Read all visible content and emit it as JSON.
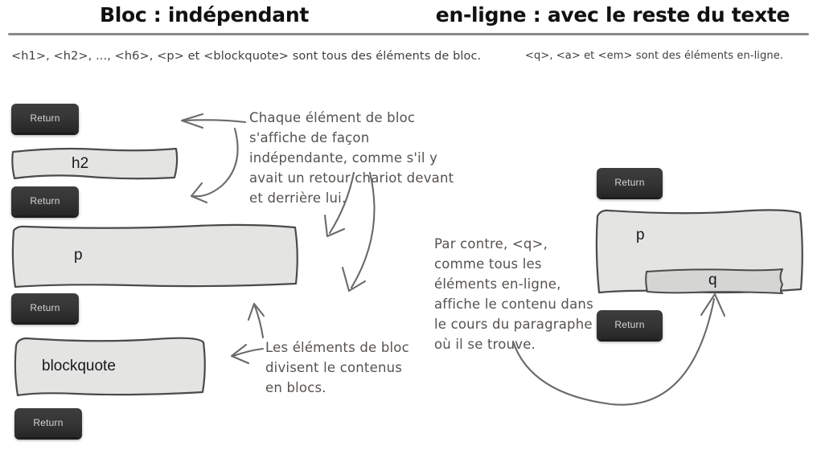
{
  "headings": {
    "left": "Bloc : indépendant",
    "right": "en-ligne : avec le reste du texte"
  },
  "intro": {
    "left": "<h1>, <h2>, ..., <h6>, <p> et <blockquote> sont tous des éléments de bloc.",
    "right": "<q>, <a> et <em> sont des éléments en-ligne."
  },
  "annotations": {
    "block_independent": "Chaque élément de bloc s'affiche de façon indépendante, comme s'il y avait un retour chariot devant et derrière lui.",
    "block_divide": "Les éléments de bloc divisent le contenus en blocs.",
    "inline_flow": "Par contre, <q>, comme tous les éléments en-ligne, affiche le contenu dans le cours du paragraphe où il se trouve."
  },
  "keys": {
    "return_label": "Return"
  },
  "left_column": {
    "keys": [
      {
        "label": "Return"
      },
      {
        "label": "Return"
      },
      {
        "label": "Return"
      },
      {
        "label": "Return"
      }
    ],
    "blocks": [
      {
        "label": "h2"
      },
      {
        "label": "p"
      },
      {
        "label": "blockquote"
      }
    ]
  },
  "right_column": {
    "keys": [
      {
        "label": "Return"
      },
      {
        "label": "Return"
      }
    ],
    "blocks": [
      {
        "label": "p"
      },
      {
        "label": "q"
      }
    ]
  },
  "colors": {
    "block_fill": "#e4e4e2",
    "inline_fill": "#d5d5d3",
    "block_stroke": "#4a4a4a",
    "key_face": "#343434",
    "key_text": "#d6d6d6",
    "rule": "#8b8b8b",
    "ink": "#56524f",
    "heading": "#111111"
  }
}
